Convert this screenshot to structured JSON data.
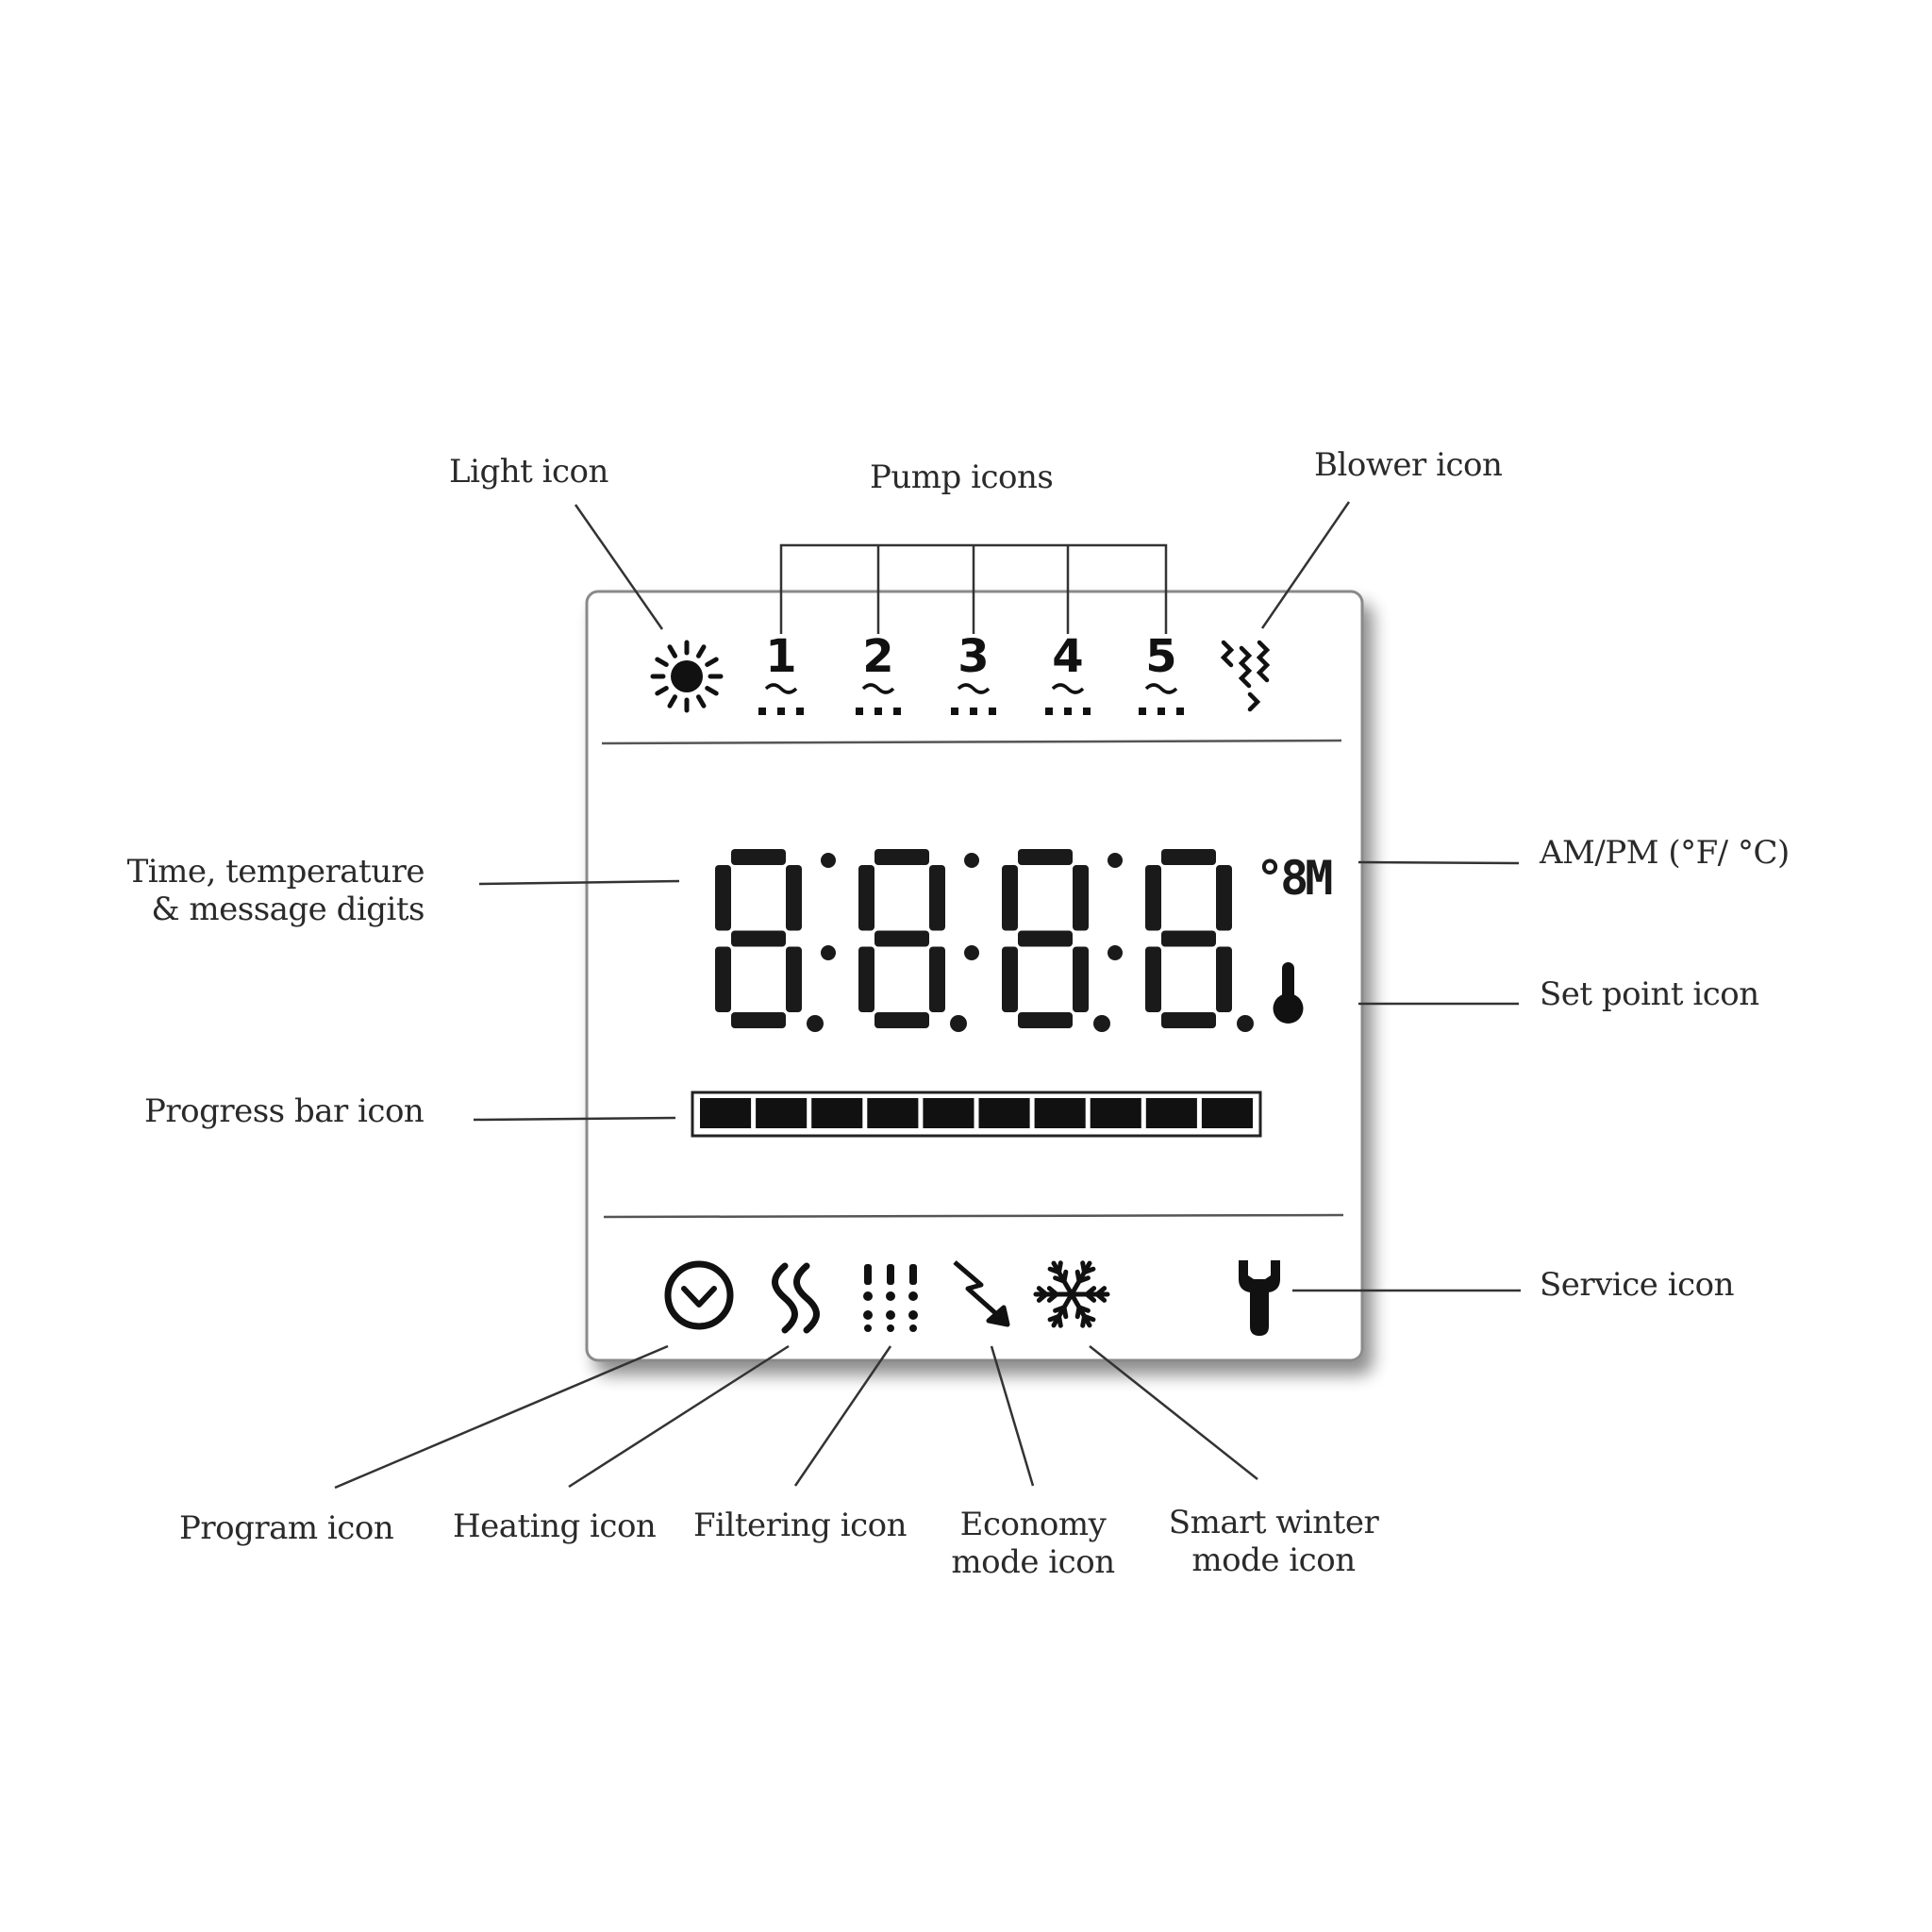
{
  "labels": {
    "light": "Light icon",
    "pumps": "Pump icons",
    "blower": "Blower icon",
    "digits_line1": "Time, temperature",
    "digits_line2": "& message digits",
    "ampm": "AM/PM (°F/ °C)",
    "setpoint": "Set point icon",
    "progress": "Progress bar icon",
    "service": "Service icon",
    "program": "Program icon",
    "heating": "Heating icon",
    "filtering": "Filtering icon",
    "economy_line1": "Economy",
    "economy_line2": "mode icon",
    "winter_line1": "Smart winter",
    "winter_line2": "mode icon"
  },
  "pumps": [
    "1",
    "2",
    "3",
    "4",
    "5"
  ],
  "display": {
    "digits": "88:88",
    "unit_indicator": "°8M",
    "progress_fraction": 1.0,
    "progress_segments": 10
  },
  "icons": {
    "light": "sun-icon",
    "blower": "blower-icon",
    "setpoint": "thermometer-icon",
    "program": "clock-icon",
    "heating": "heat-waves-icon",
    "filtering": "filter-dots-icon",
    "economy": "lightning-arrow-icon",
    "winter": "snowflake-icon",
    "service": "wrench-icon"
  },
  "colors": {
    "lcd_segment": "#1a1a1a",
    "panel_border": "#8a8a8a",
    "leader_line": "#333333"
  }
}
